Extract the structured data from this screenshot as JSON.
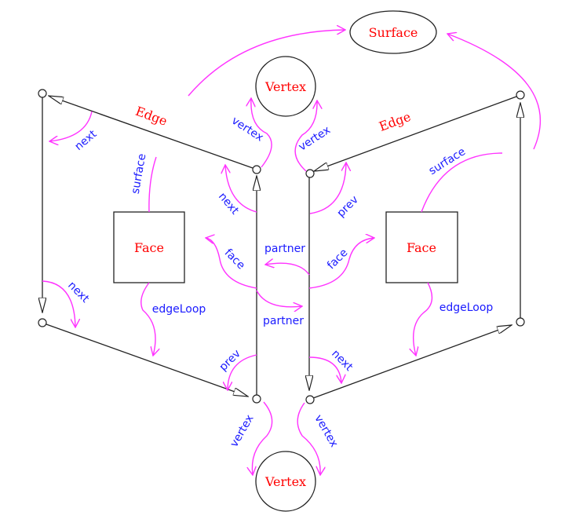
{
  "entities": {
    "vertex_top": "Vertex",
    "vertex_bottom": "Vertex",
    "surface": "Surface",
    "face_left": "Face",
    "face_right": "Face",
    "edge_left": "Edge",
    "edge_right": "Edge"
  },
  "relations": {
    "next_top_left": "next",
    "next_center_left": "next",
    "next_lower_left": "next",
    "next_lower_right": "next",
    "prev_center_right": "prev",
    "prev_lower_left": "prev",
    "vertex_top_left": "vertex",
    "vertex_top_right": "vertex",
    "vertex_bottom_left": "vertex",
    "vertex_bottom_right": "vertex",
    "surface_left": "surface",
    "surface_right": "surface",
    "face_left": "face",
    "face_right": "face",
    "partner_top": "partner",
    "partner_bottom": "partner",
    "edgeloop_left": "edgeLoop",
    "edgeloop_right": "edgeLoop"
  },
  "colors": {
    "entity_text": "#ff0000",
    "relation_text": "#1a1aff",
    "relation_arrow": "#ff33ff",
    "structure": "#222222"
  }
}
